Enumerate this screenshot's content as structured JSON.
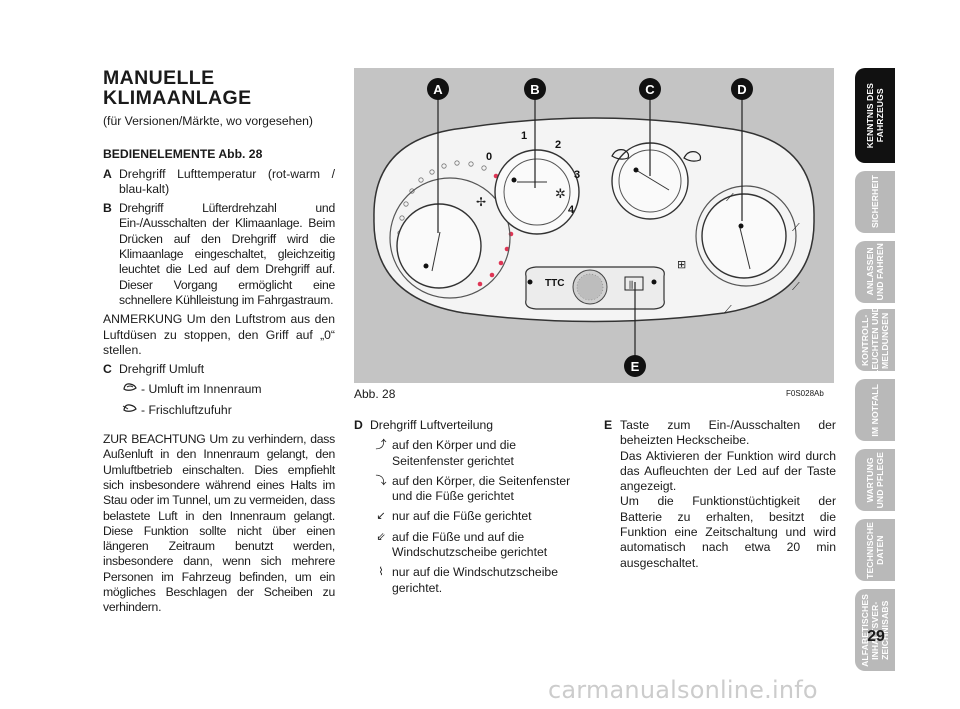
{
  "left": {
    "title_line1": "MANUELLE",
    "title_line2": "KLIMAANLAGE",
    "subtitle": "(für Versionen/Märkte, wo vorgesehen)",
    "controls_heading": "BEDIENELEMENTE Abb. 28",
    "item_a_letter": "A",
    "item_a_text": "Drehgriff Lufttemperatur (rot-warm / blau-kalt)",
    "item_b_letter": "B",
    "item_b_text": "Drehgriff Lüfterdrehzahl und Ein-/Ausschalten der Klimaanlage. Beim Drücken auf den Drehgriff wird die Klimaanlage eingeschaltet, gleichzeitig leuchtet die Led auf dem Drehgriff auf. Dieser Vorgang ermöglicht eine schnellere Kühlleistung im Fahrgastraum.",
    "note_text": "ANMERKUNG Um den Luftstrom aus den Luftdüsen zu stoppen, den Griff auf „0“ stellen.",
    "item_c_letter": "C",
    "item_c_text": "Drehgriff Umluft",
    "item_c_sym1_text": "- Umluft im Innenraum",
    "item_c_sym2_text": "- Frischluftzufuhr",
    "warning_text": "ZUR BEACHTUNG Um zu verhindern, dass Außenluft in den Innenraum gelangt, den Umluftbetrieb einschalten. Dies empfiehlt sich insbesondere während eines Halts im Stau oder im Tunnel, um zu vermeiden, dass belastete Luft in den Innenraum gelangt. Diese Funktion sollte nicht über einen längeren Zeitraum benutzt werden, insbesondere dann, wenn sich mehrere Personen im Fahrzeug befinden, um ein mögliches Beschlagen der Scheiben zu verhindern."
  },
  "figure": {
    "caption": "Abb. 28",
    "code": "F0S028Ab",
    "labels": {
      "a": "A",
      "b": "B",
      "c": "C",
      "d": "D",
      "e": "E"
    },
    "fan_scale": {
      "s0": "0",
      "s1": "1",
      "s2": "2",
      "s3": "3",
      "s4": "4"
    },
    "ttc": "TTC"
  },
  "middle": {
    "item_d_letter": "D",
    "item_d_text": "Drehgriff Luftverteilung",
    "sym1_text": "auf den Körper und die Seitenfenster gerichtet",
    "sym2_text": "auf den Körper, die Seitenfenster und die Füße gerichtet",
    "sym3_text": "nur auf die Füße gerichtet",
    "sym4_text": "auf die Füße und auf die Windschutzscheibe gerichtet",
    "sym5_text": "nur auf die Windschutzscheibe gerichtet."
  },
  "right": {
    "item_e_letter": "E",
    "item_e_text1": "Taste zum Ein-/Ausschalten der beheizten Heckscheibe.",
    "item_e_text2": "Das Aktivieren der Funktion wird durch das Aufleuchten der Led auf der Taste angezeigt.",
    "item_e_text3": "Um die Funktionstüchtigkeit der Batterie zu erhalten, besitzt die Funktion eine Zeitschaltung und wird automatisch nach etwa 20 min ausgeschaltet."
  },
  "tabs": {
    "t1": "KENNTNIS DES\nFAHRZEUGS",
    "t2": "SICHERHEIT",
    "t3": "ANLASSEN\nUND FAHREN",
    "t4": "KONTROLL-\nLEUCHTEN UND\nMELDUNGEN",
    "t5": "IM NOTFALL",
    "t6": "WARTUNG\nUND PFLEGE",
    "t7": "TECHNISCHE\nDATEN",
    "t8": "ALFABETISCHES\nINHALTSVER-\nZEICHNISABS"
  },
  "page_number": "29",
  "watermark": "carmanualsonline.info"
}
